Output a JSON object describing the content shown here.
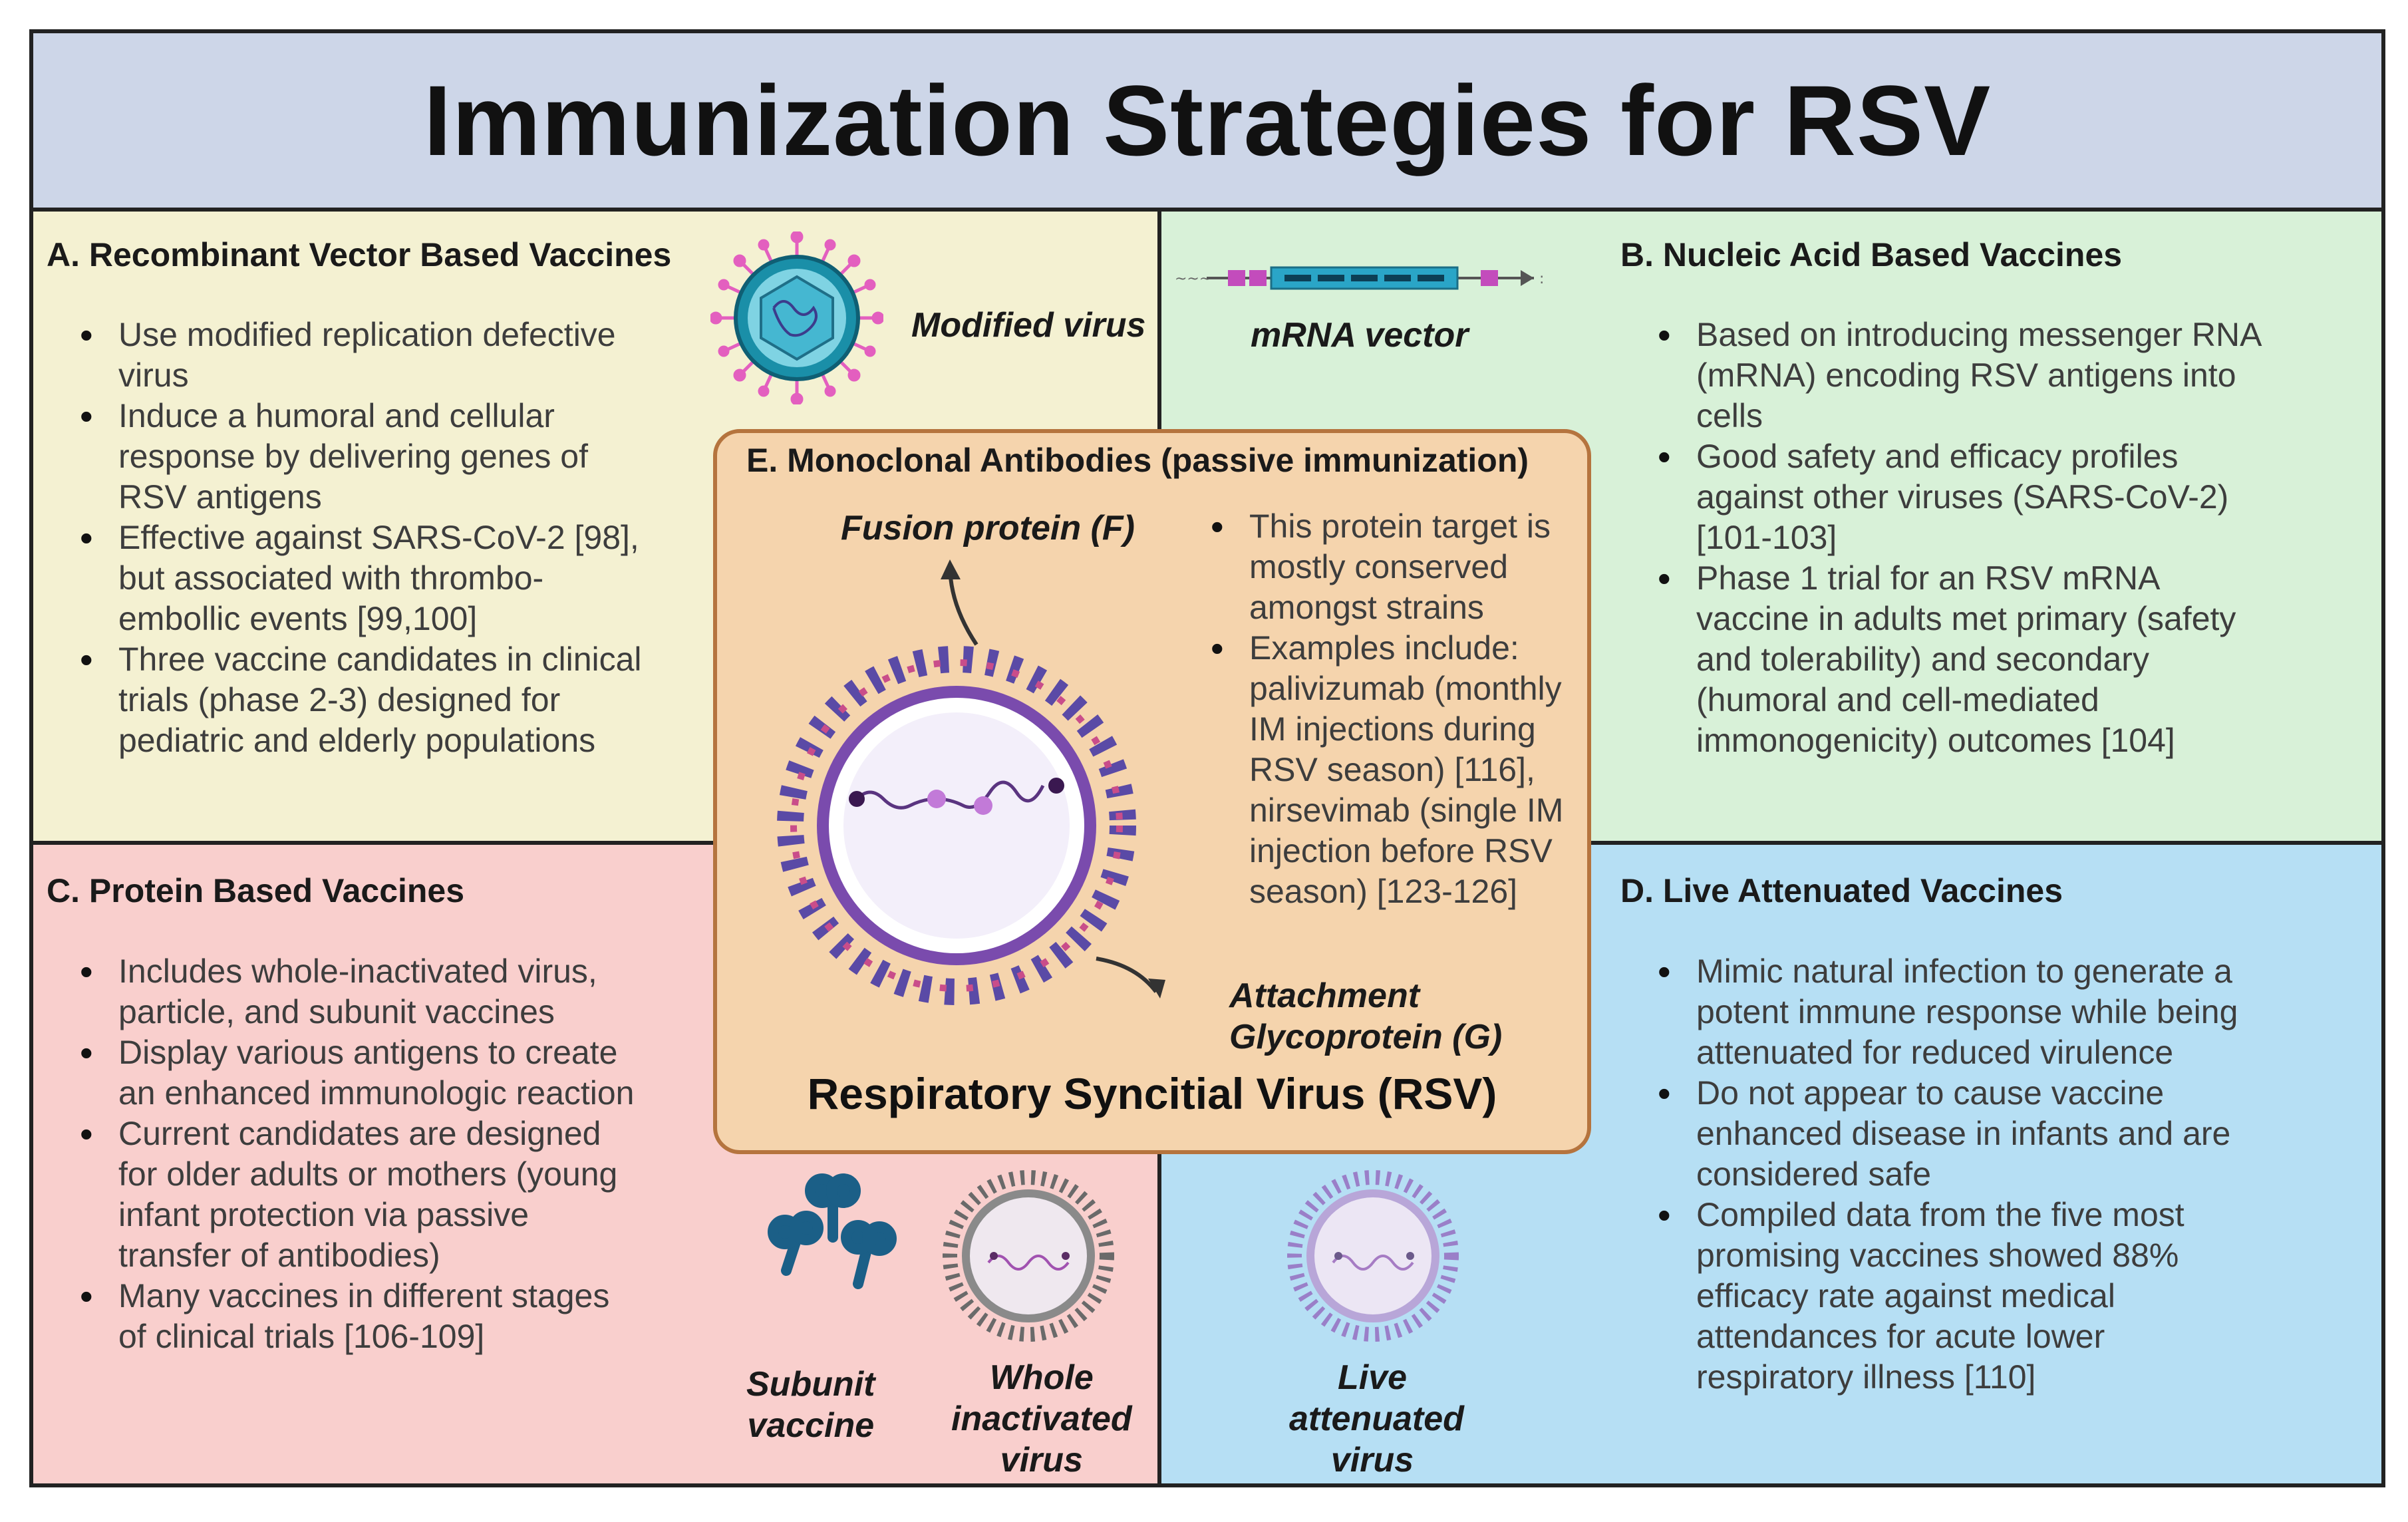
{
  "title": "Immunization Strategies for RSV",
  "sections": {
    "a": {
      "heading": "A. Recombinant Vector Based Vaccines",
      "bullets": [
        [
          "Use modified replication defective",
          "virus"
        ],
        [
          "Induce a humoral and cellular",
          "response by delivering genes of",
          "RSV antigens"
        ],
        [
          "Effective against SARS-CoV-2 [98],",
          "but associated with thrombo-",
          "embollic events [99,100]"
        ],
        [
          "Three vaccine candidates in clinical",
          "trials (phase 2-3) designed for",
          "pediatric and elderly populations"
        ]
      ],
      "icon_label": "Modified virus"
    },
    "b": {
      "heading": "B. Nucleic Acid Based Vaccines",
      "bullets": [
        [
          "Based on introducing messenger RNA",
          "(mRNA) encoding RSV antigens into",
          "cells"
        ],
        [
          "Good safety and efficacy profiles",
          "against other viruses (SARS-CoV-2)",
          "[101-103]"
        ],
        [
          "Phase 1 trial for an RSV mRNA",
          "vaccine in adults met primary (safety",
          "and tolerability) and secondary",
          "(humoral and cell-mediated",
          "immonogenicity) outcomes [104]"
        ]
      ],
      "icon_label": "mRNA vector"
    },
    "c": {
      "heading": "C. Protein Based Vaccines",
      "bullets": [
        [
          "Includes whole-inactivated virus,",
          "particle, and subunit vaccines"
        ],
        [
          "Display various antigens to create",
          "an enhanced immunologic reaction"
        ],
        [
          "Current candidates are designed",
          "for older adults or mothers (young",
          "infant protection via passive",
          "transfer of antibodies)"
        ],
        [
          "Many vaccines in different stages",
          "of clinical trials [106-109]"
        ]
      ],
      "icon_labels": {
        "subunit": [
          "Subunit",
          "vaccine"
        ],
        "whole": [
          "Whole",
          "inactivated",
          "virus"
        ]
      }
    },
    "d": {
      "heading": "D. Live Attenuated Vaccines",
      "bullets": [
        [
          "Mimic natural infection to generate a",
          "potent immune response while being",
          "attenuated for reduced virulence"
        ],
        [
          "Do not appear to cause vaccine",
          "enhanced disease in infants and are",
          "considered safe"
        ],
        [
          "Compiled data from the five most",
          "promising vaccines showed 88%",
          "efficacy rate against medical",
          "attendances for acute lower",
          "respiratory illness [110]"
        ]
      ],
      "icon_label": [
        "Live",
        "attenuated",
        "virus"
      ]
    },
    "e": {
      "heading": "E. Monoclonal Antibodies (passive immunization)",
      "bullets": [
        [
          "This protein target is",
          "mostly conserved",
          "amongst strains"
        ],
        [
          "Examples include:",
          "palivizumab (monthly",
          "IM injections during",
          "RSV season) [116],",
          "nirsevimab (single IM",
          "injection before RSV",
          "season) [123-126]"
        ]
      ],
      "fusion_label": "Fusion protein (F)",
      "attachment_label": [
        "Attachment",
        "Glycoprotein (G)"
      ],
      "virus_label": "Respiratory Syncitial Virus (RSV)"
    }
  },
  "colors": {
    "title_bg": "#cdd6e8",
    "a_bg": "#f4f1d2",
    "b_bg": "#d8f1d8",
    "c_bg": "#f9cfcd",
    "d_bg": "#b6dff4",
    "e_bg": "#f5d4ad",
    "e_border": "#b5743e"
  },
  "icons": [
    "modified-virus-icon",
    "mrna-vector-icon",
    "rsv-virus-icon",
    "subunit-vaccine-icon",
    "whole-inactivated-virus-icon",
    "live-attenuated-virus-icon"
  ]
}
